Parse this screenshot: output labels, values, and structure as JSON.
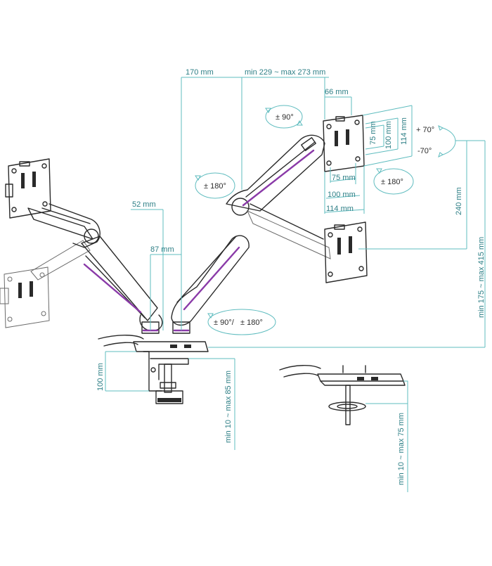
{
  "colors": {
    "dimension_line": "#5fbcbf",
    "dimension_text": "#2e7f86",
    "accent_stripe": "#8a3aa8",
    "line_art": "#2a2a2a"
  },
  "dimensions": {
    "arm_reach": "170 mm",
    "arm_extension": "min 229 ~ max 273 mm",
    "head_offset": "66 mm",
    "vesa_75_vertical": "75 mm",
    "vesa_100_vertical": "100 mm",
    "vesa_114_vertical": "114 mm",
    "vesa_75_horizontal": "75 mm",
    "vesa_100_horizontal": "100 mm",
    "vesa_114_horizontal": "114 mm",
    "offset_52": "52 mm",
    "offset_87": "87 mm",
    "vertical_travel": "240 mm",
    "total_height": "min 175 ~ max 415 mm",
    "clamp_depth": "100 mm",
    "clamp_range": "min 10 ~ max 85 mm",
    "grommet_range": "min 10 ~ max 75 mm"
  },
  "rotations": {
    "rotation_90": "± 90°",
    "tilt_up": "+ 70°",
    "tilt_down": "-70°",
    "swivel_left": "± 180°",
    "swivel_head": "± 180°",
    "base_rotation_a": "± 90°/",
    "base_rotation_b": "± 180°"
  }
}
